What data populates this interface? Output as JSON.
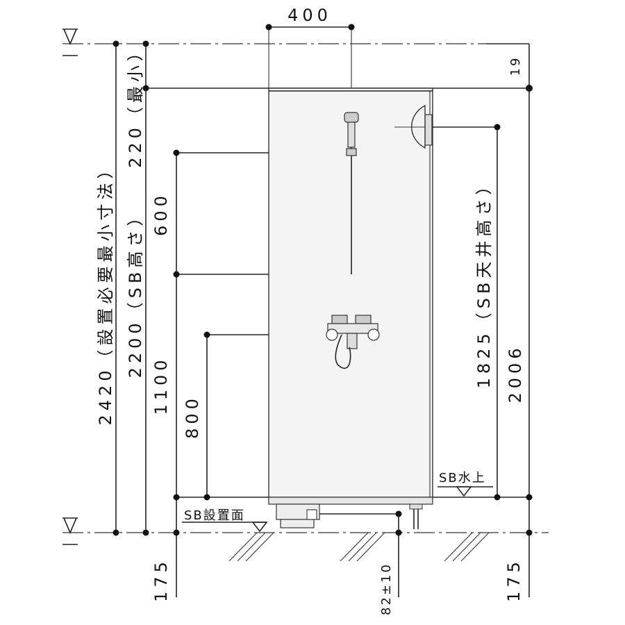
{
  "dimensions": {
    "top_width": "400",
    "gap_top": "19",
    "min_top": "220（最小）",
    "shower_span": "600",
    "total_install": "2420（設置必要最小寸法）",
    "sb_height": "2200（SB高さ）",
    "faucet_height": "1100",
    "mixer_height": "800",
    "ceiling_height": "1825（SB天井高さ）",
    "right_total": "2006",
    "left_bottom": "175",
    "right_bottom": "175",
    "drain_offset": "82±10"
  },
  "labels": {
    "water_level": "SB水上",
    "install_surface": "SB設置面"
  }
}
